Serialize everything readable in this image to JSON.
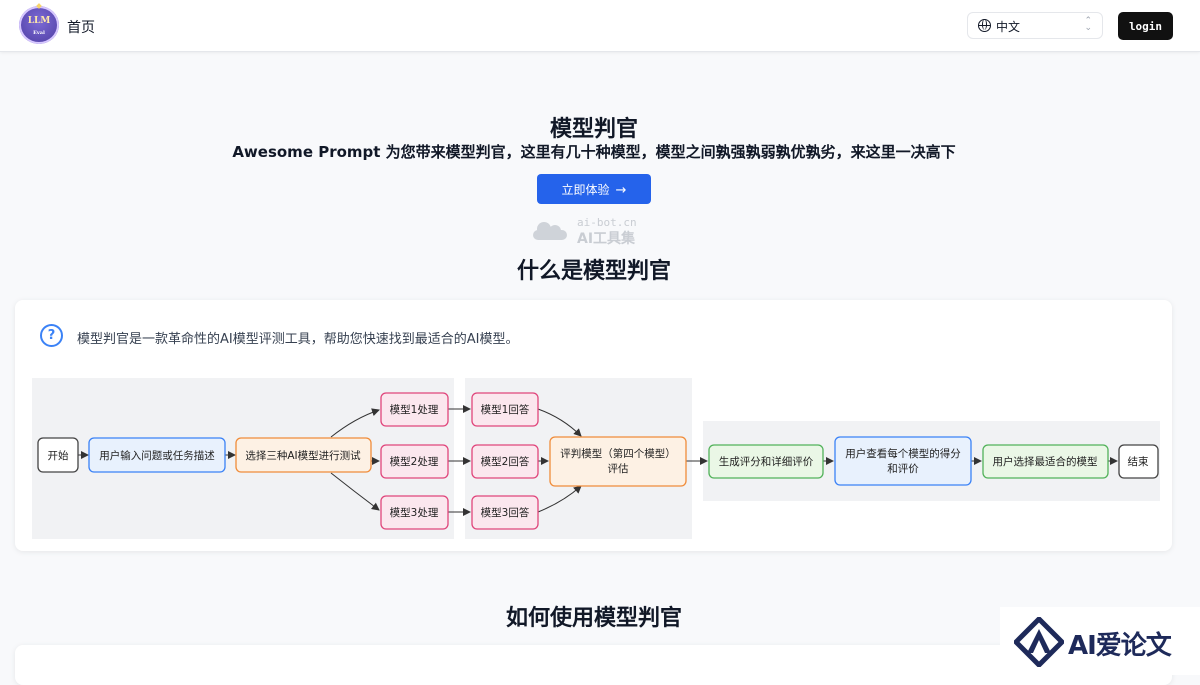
{
  "nav": {
    "logo_text_main": "LLM",
    "logo_text_sub": "Eval",
    "home_label": "首页",
    "language_value": "中文",
    "login_label": "login"
  },
  "hero": {
    "title": "模型判官",
    "subtitle": "Awesome Prompt 为您带来模型判官，这里有几十种模型，模型之间孰强孰弱孰优孰劣，来这里一决高下",
    "cta_label": "立即体验",
    "cta_arrow": "→"
  },
  "watermark_top": {
    "domain": "ai-bot.cn",
    "name": "AI工具集"
  },
  "what_section": {
    "title": "什么是模型判官",
    "help_icon": "?",
    "description": "模型判官是一款革命性的AI模型评测工具，帮助您快速找到最适合的AI模型。",
    "flowchart": {
      "start": "开始",
      "input": "用户输入问题或任务描述",
      "select": "选择三种AI模型进行测试",
      "model1": "模型1处理",
      "model2": "模型2处理",
      "model3": "模型3处理",
      "answer1": "模型1回答",
      "answer2": "模型2回答",
      "answer3": "模型3回答",
      "judge_line1": "评判模型（第四个模型）",
      "judge_line2": "评估",
      "score": "生成评分和详细评价",
      "view_line1": "用户查看每个模型的得分",
      "view_line2": "和评价",
      "choose": "用户选择最适合的模型",
      "end": "结束"
    }
  },
  "how_section": {
    "title": "如何使用模型判官"
  },
  "watermark_bottom": {
    "text": "AI爱论文"
  },
  "colors": {
    "primary": "#2563eb",
    "login_bg": "#111111",
    "node_blue_fill": "#e8f1fd",
    "node_blue_stroke": "#3b82f6",
    "node_orange_fill": "#fdf1e4",
    "node_orange_stroke": "#f08c3a",
    "node_pink_fill": "#fbe7ee",
    "node_pink_stroke": "#e0457b",
    "node_green_fill": "#eaf7e6",
    "node_green_stroke": "#52b25a"
  }
}
